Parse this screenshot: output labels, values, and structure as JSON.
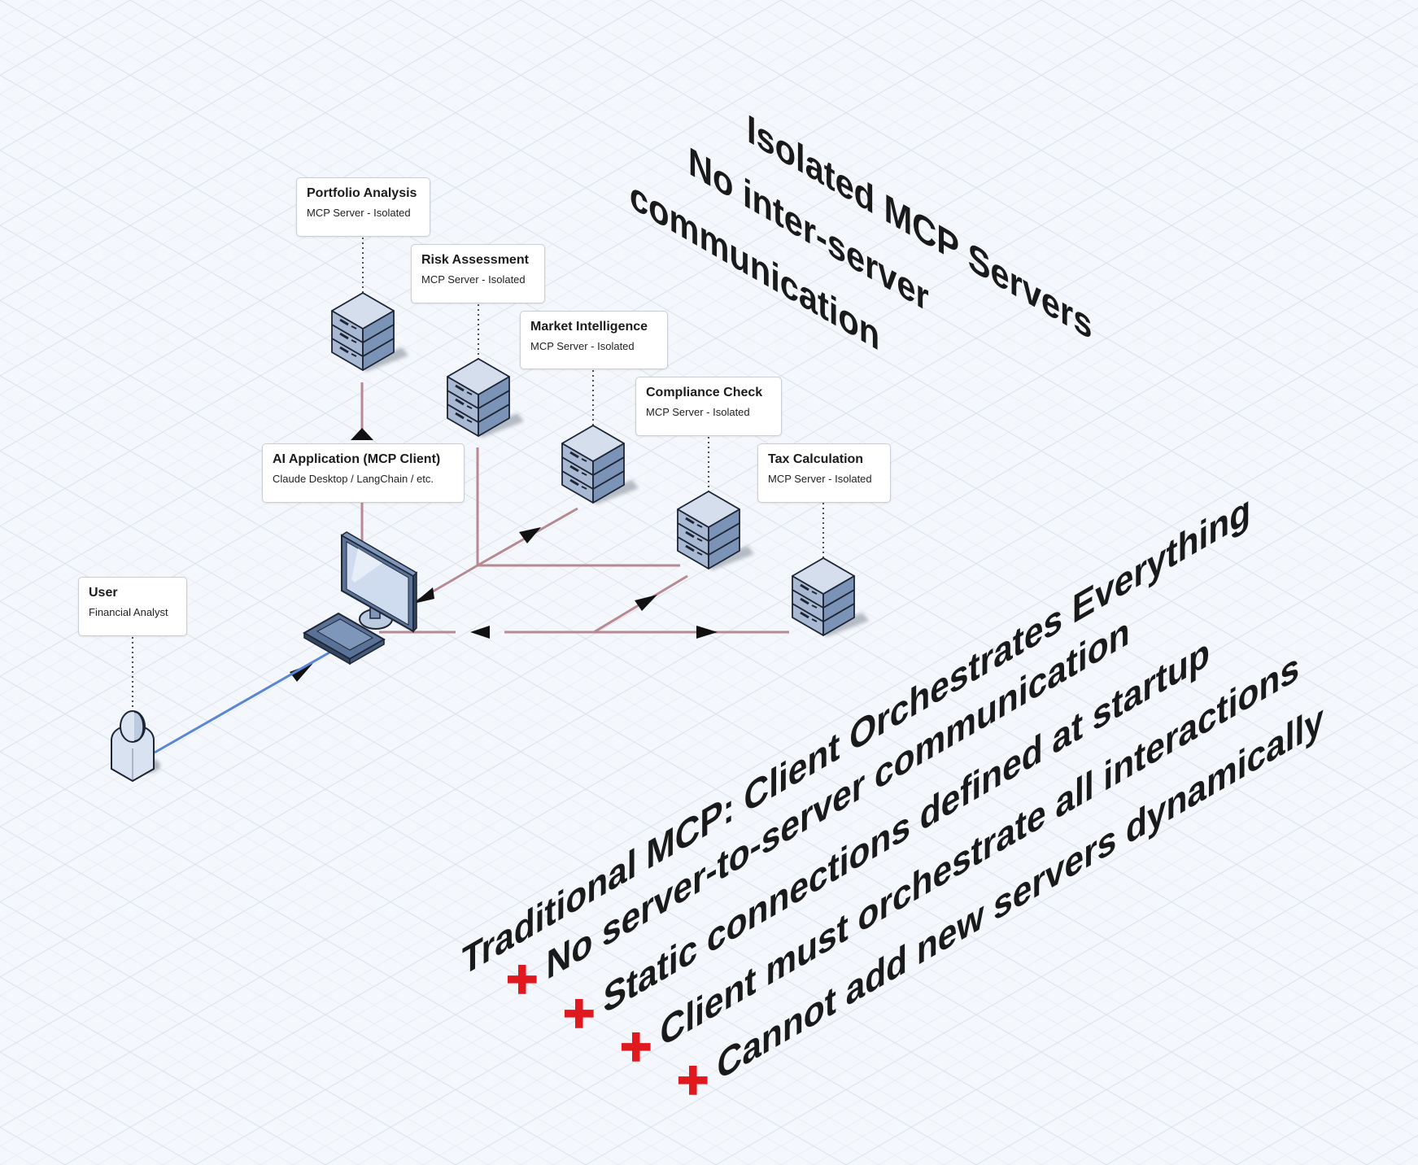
{
  "heading": {
    "lines": [
      "Isolated MCP Servers",
      "No inter-server",
      "communication"
    ]
  },
  "user": {
    "title": "User",
    "subtitle": "Financial Analyst",
    "icon": "person-icon"
  },
  "client": {
    "title": "AI Application (MCP Client)",
    "subtitle": "Claude Desktop / LangChain / etc.",
    "icon": "computer-icon"
  },
  "servers": [
    {
      "title": "Portfolio Analysis",
      "subtitle": "MCP Server - Isolated"
    },
    {
      "title": "Risk Assessment",
      "subtitle": "MCP Server - Isolated"
    },
    {
      "title": "Market Intelligence",
      "subtitle": "MCP Server - Isolated"
    },
    {
      "title": "Compliance Check",
      "subtitle": "MCP Server - Isolated"
    },
    {
      "title": "Tax Calculation",
      "subtitle": "MCP Server - Isolated"
    }
  ],
  "notes": {
    "title": "Traditional MCP: Client Orchestrates Everything",
    "items": [
      "No server-to-server communication",
      "Static connections defined at startup",
      "Client must orchestrate all interactions",
      "Cannot add new servers dynamically"
    ],
    "bullet_symbol": "✚",
    "bullet_color": "#e0191f"
  },
  "colors": {
    "user_link": "#5b86d4",
    "server_link": "#b78a93",
    "server_face_top": "#d5deed",
    "server_face_side": "#7c93b8"
  }
}
